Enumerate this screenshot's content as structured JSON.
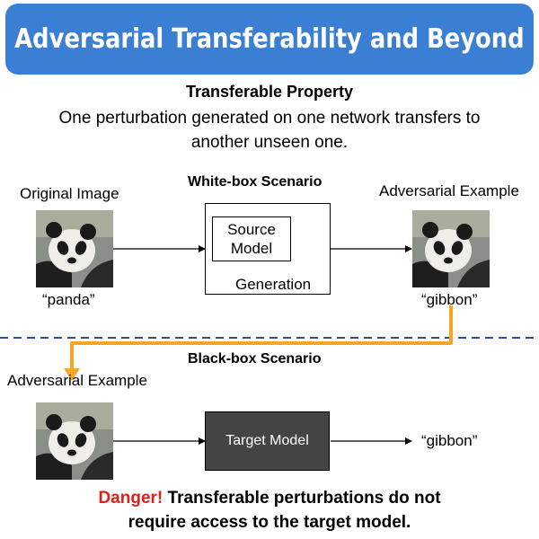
{
  "title": "Adversarial Transferability and Beyond",
  "colors": {
    "title_bg": "#3b7fd4",
    "danger": "#e0201b",
    "transfer_arrow": "#f5a623",
    "divider": "#2f4f8f",
    "target_model_bg": "#444444"
  },
  "property": {
    "heading": "Transferable Property",
    "line1": "One perturbation generated on one network transfers to",
    "line2": "another unseen one."
  },
  "white_box": {
    "label": "White-box Scenario",
    "original_label": "Original Image",
    "original_caption": "“panda”",
    "source_model_line1": "Source",
    "source_model_line2": "Model",
    "generation_label": "Generation",
    "adversarial_label": "Adversarial Example",
    "adversarial_caption": "“gibbon”"
  },
  "black_box": {
    "label": "Black-box Scenario",
    "adversarial_label": "Adversarial Example",
    "target_model_label": "Target Model",
    "output_caption": "“gibbon”"
  },
  "footer": {
    "danger_word": "Danger!",
    "line1_rest": " Transferable perturbations do not",
    "line2": "require access to the target model."
  },
  "icons": [
    "panda-image",
    "arrow",
    "transfer-arrow"
  ]
}
